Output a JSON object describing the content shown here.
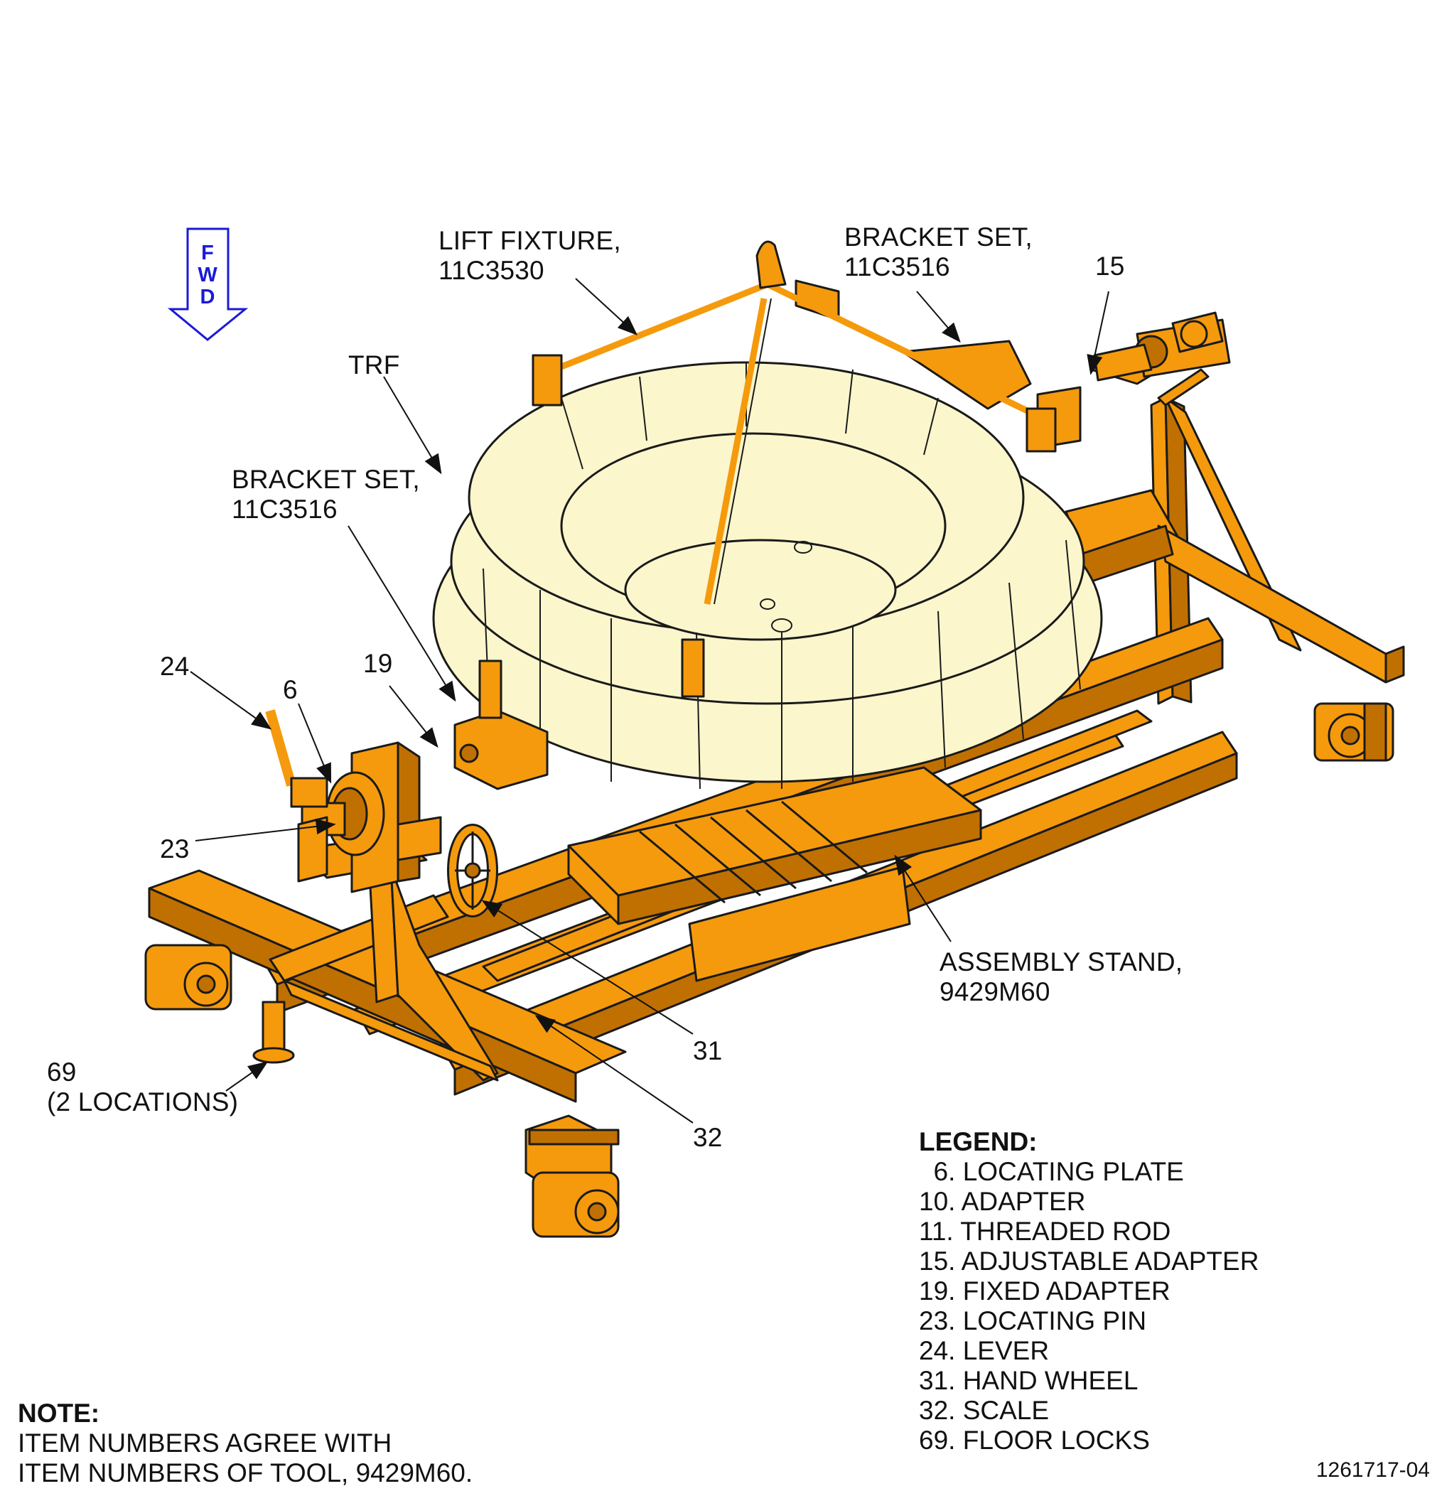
{
  "fwd_arrow": {
    "letters": [
      "F",
      "W",
      "D"
    ],
    "color": "#1a1ad6"
  },
  "colors": {
    "stand": "#f59a0c",
    "stand_dark": "#c07000",
    "ring": "#fbf6cc",
    "outline": "#1a1a1a"
  },
  "callouts": {
    "lift_fixture": "LIFT FIXTURE,\n11C3530",
    "bracket_set_top": "BRACKET SET,\n11C3516",
    "item_15": "15",
    "trf": "TRF",
    "bracket_set_left": "BRACKET SET,\n11C3516",
    "item_24": "24",
    "item_6": "6",
    "item_19": "19",
    "item_23": "23",
    "assembly_stand": "ASSEMBLY STAND,\n9429M60",
    "item_31": "31",
    "item_69": "69\n(2 LOCATIONS)",
    "item_32": "32"
  },
  "legend": {
    "title": "LEGEND:",
    "items": [
      "  6. LOCATING PLATE",
      "10. ADAPTER",
      "11. THREADED ROD",
      "15. ADJUSTABLE ADAPTER",
      "19. FIXED ADAPTER",
      "23. LOCATING PIN",
      "24. LEVER",
      "31. HAND WHEEL",
      "32. SCALE",
      "69. FLOOR LOCKS"
    ]
  },
  "note": {
    "title": "NOTE:",
    "lines": [
      "ITEM NUMBERS AGREE WITH",
      "ITEM NUMBERS OF TOOL, 9429M60."
    ]
  },
  "figure_id": "1261717-04"
}
